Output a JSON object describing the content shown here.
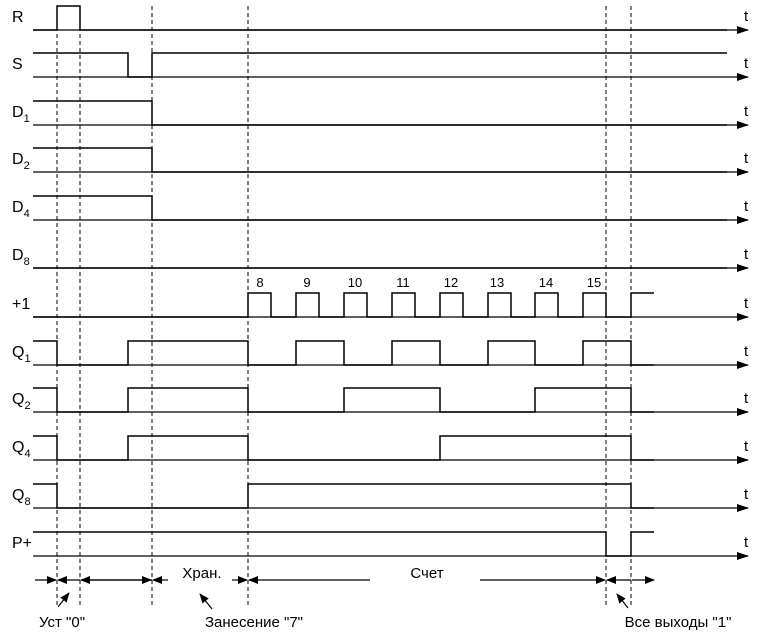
{
  "diagram": {
    "signals": [
      {
        "key": "R",
        "name": "R",
        "sub": ""
      },
      {
        "key": "S",
        "name": "S",
        "sub": ""
      },
      {
        "key": "D1",
        "name": "D",
        "sub": "1"
      },
      {
        "key": "D2",
        "name": "D",
        "sub": "2"
      },
      {
        "key": "D4",
        "name": "D",
        "sub": "4"
      },
      {
        "key": "D8",
        "name": "D",
        "sub": "8"
      },
      {
        "key": "P1",
        "name": "+1",
        "sub": ""
      },
      {
        "key": "Q1",
        "name": "Q",
        "sub": "1"
      },
      {
        "key": "Q2",
        "name": "Q",
        "sub": "2"
      },
      {
        "key": "Q4",
        "name": "Q",
        "sub": "4"
      },
      {
        "key": "Q8",
        "name": "Q",
        "sub": "8"
      },
      {
        "key": "Pplus",
        "name": "P+",
        "sub": ""
      }
    ],
    "axis_label": "t",
    "pulse_numbers": [
      "8",
      "9",
      "10",
      "11",
      "12",
      "13",
      "14",
      "15"
    ],
    "phase_labels": {
      "hold": "Хран.",
      "count": "Счет"
    },
    "annotations": {
      "reset": "Уст \"0\"",
      "load": "Занесение \"7\"",
      "all_ones": "Все выходы \"1\""
    }
  }
}
